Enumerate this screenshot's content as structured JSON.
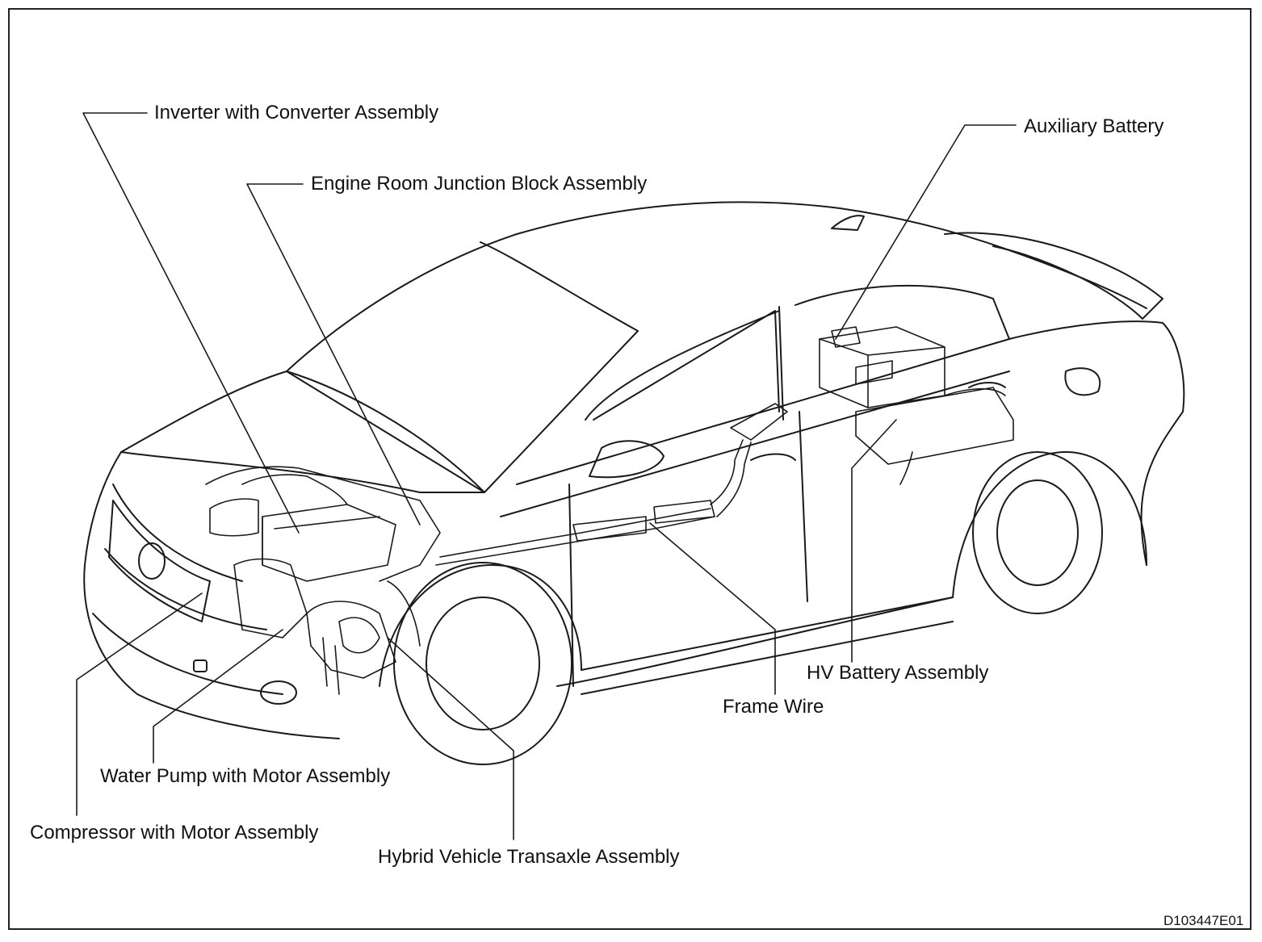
{
  "diagram": {
    "drawing_code": "D103447E01",
    "components": [
      {
        "id": "inverter",
        "label": "Inverter with Converter Assembly"
      },
      {
        "id": "junction",
        "label": "Engine Room Junction Block Assembly"
      },
      {
        "id": "aux_battery",
        "label": "Auxiliary Battery"
      },
      {
        "id": "hv_battery",
        "label": "HV Battery Assembly"
      },
      {
        "id": "frame_wire",
        "label": "Frame Wire"
      },
      {
        "id": "water_pump",
        "label": "Water Pump with Motor Assembly"
      },
      {
        "id": "compressor",
        "label": "Compressor with Motor Assembly"
      },
      {
        "id": "transaxle",
        "label": "Hybrid Vehicle Transaxle Assembly"
      }
    ]
  }
}
